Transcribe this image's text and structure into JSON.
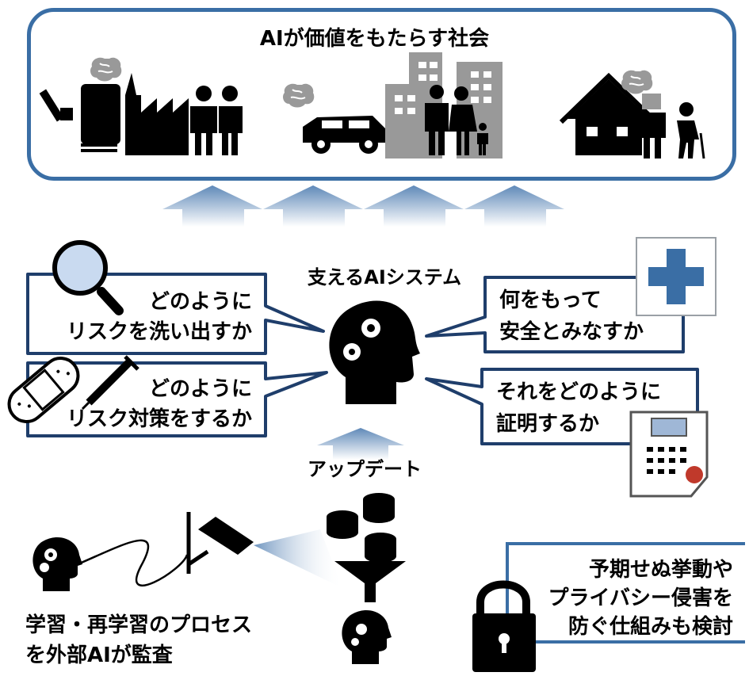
{
  "top_panel": {
    "title": "AIが価値をもたらす社会"
  },
  "center": {
    "title": "支えるAIシステム",
    "update_label": "アップデート"
  },
  "bubbles": {
    "left_top": [
      "どのように",
      "リスクを洗い出すか"
    ],
    "left_bottom": [
      "どのように",
      "リスク対策をするか"
    ],
    "right_top": [
      "何をもって",
      "安全とみなすか"
    ],
    "right_bottom": [
      "それをどのように",
      "証明するか"
    ]
  },
  "bottom": {
    "audit_text": [
      "学習・再学習のプロセス",
      "を外部AIが監査"
    ],
    "lock_box": [
      "予期せぬ挙動や",
      "プライバシー侵害を",
      "防ぐ仕組みも検討"
    ]
  },
  "colors": {
    "accent": "#3a6ea5",
    "navy": "#1f3e6b",
    "arrow_light": "#e6edf6",
    "arrow_dark": "#5f89b8"
  }
}
